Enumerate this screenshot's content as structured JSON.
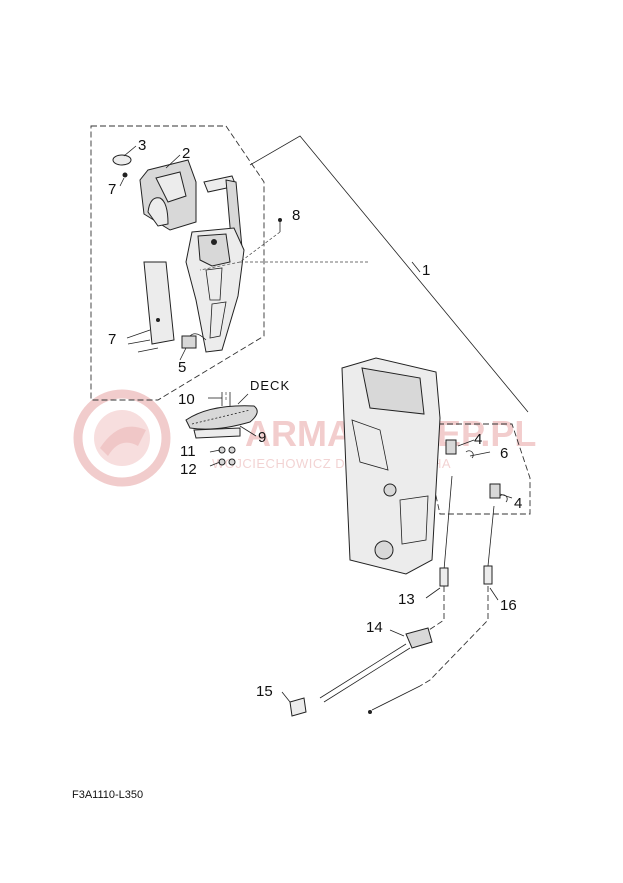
{
  "diagram": {
    "callouts": [
      {
        "id": "c1",
        "label": "1"
      },
      {
        "id": "c2",
        "label": "2"
      },
      {
        "id": "c3",
        "label": "3"
      },
      {
        "id": "c4a",
        "label": "4"
      },
      {
        "id": "c4b",
        "label": "4"
      },
      {
        "id": "c5",
        "label": "5"
      },
      {
        "id": "c6",
        "label": "6"
      },
      {
        "id": "c7a",
        "label": "7"
      },
      {
        "id": "c7b",
        "label": "7"
      },
      {
        "id": "c8",
        "label": "8"
      },
      {
        "id": "c9",
        "label": "9"
      },
      {
        "id": "c10",
        "label": "10"
      },
      {
        "id": "c11",
        "label": "11"
      },
      {
        "id": "c12",
        "label": "12"
      },
      {
        "id": "c13",
        "label": "13"
      },
      {
        "id": "c14",
        "label": "14"
      },
      {
        "id": "c15",
        "label": "15"
      },
      {
        "id": "c16",
        "label": "16"
      }
    ],
    "deck_label": "DECK",
    "diagram_code": "F3A1110-L350"
  },
  "watermark": {
    "title": "ARMA-SKLEP.PL",
    "subtitle": "WOJCIECHOWICZ DEALER YAMAHA"
  }
}
